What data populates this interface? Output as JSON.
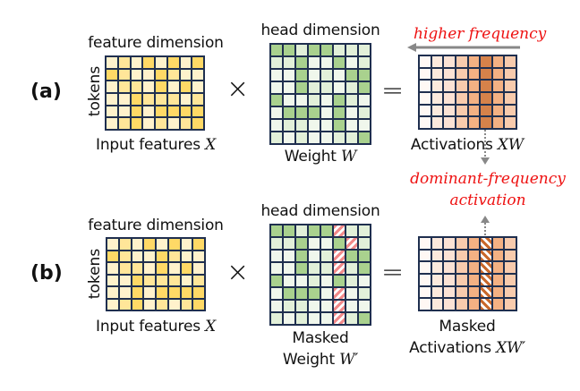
{
  "panels": {
    "a": {
      "tag": "(a)",
      "input": {
        "top_label": "feature dimension",
        "side_label": "tokens",
        "caption": "Input features ",
        "caption_math": "X"
      },
      "op1": "×",
      "weight": {
        "top_label": "head dimension",
        "caption": "Weight ",
        "caption_math": "W"
      },
      "op2": "=",
      "activation": {
        "caption": "Activations ",
        "caption_math": "XW"
      },
      "arrow_label": "higher frequency"
    },
    "b": {
      "tag": "(b)",
      "input": {
        "top_label": "feature dimension",
        "side_label": "tokens",
        "caption": "Input features ",
        "caption_math": "X"
      },
      "op1": "×",
      "weight": {
        "top_label": "head dimension",
        "caption_line1": "Masked",
        "caption_line2": "Weight ",
        "caption_math": "W′"
      },
      "op2": "=",
      "activation": {
        "caption_line1": "Masked",
        "caption_line2": "Activations ",
        "caption_math": "XW′"
      }
    },
    "dominant_label_line1": "dominant-frequency",
    "dominant_label_line2": "activation"
  },
  "colors": {
    "input": {
      "L": "#FFF2CC",
      "M": "#FFE699",
      "D": "#FFD966"
    },
    "weight": {
      "G": "#A9D18E",
      "L": "#E2F0D9",
      "W": "#F0F7EC"
    },
    "activation_columns": [
      "#FFF8F4",
      "#FCE9DD",
      "#FBE2D5",
      "#F8CBAD",
      "#F4B183",
      "#D6824A",
      "#F4B183",
      "#F8CBAD"
    ],
    "annotation_red": "#EE1111",
    "arrow_gray": "#888888"
  },
  "matrices": {
    "input_X": [
      "LMLDLDLD",
      "DMLLDMLL",
      "LMMLDLDL",
      "LLDMMMLM",
      "LLDLDDDD",
      "LMDLMLMD"
    ],
    "weight_W": [
      "GGLGGLLL",
      "LLGWWGWL",
      "WWGWLWGG",
      "WWGLLWLG",
      "GWWLWGLW",
      "WGGGWGWL",
      "WLLWWGWW",
      "LWLWWLLG"
    ],
    "masked_weight_W_prime": [
      "GGLGGHLL",
      "LLGWWGHL",
      "WWGWLHGG",
      "WWGLLHLG",
      "GWWLWGLW",
      "WGGGWHWL",
      "WLLWWHWW",
      "LWLWWHLG"
    ],
    "activation_rows": 6,
    "dominant_column_index": 5
  }
}
